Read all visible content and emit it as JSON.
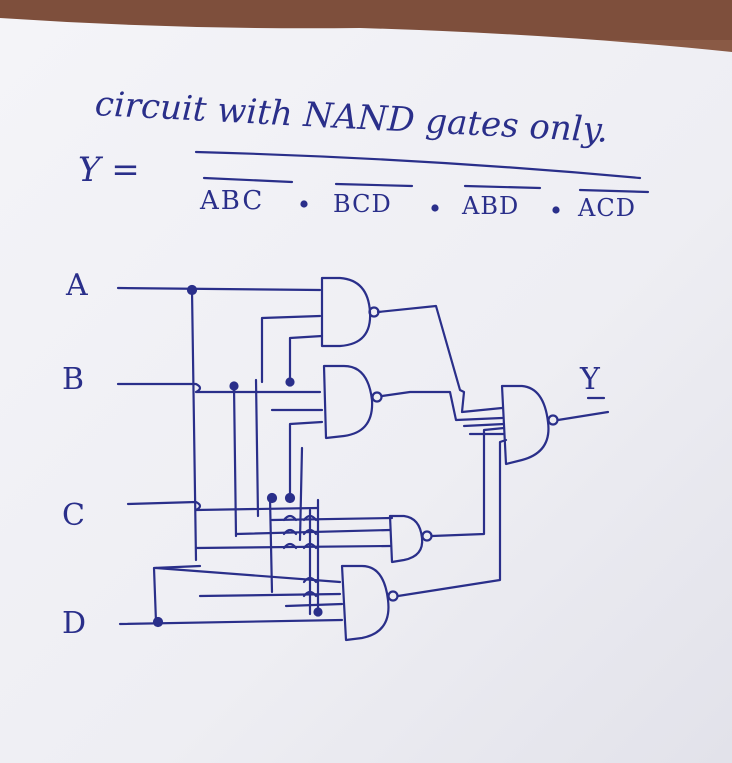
{
  "title": "circuit with NAND gates only.",
  "expression": {
    "lhs": "Y =",
    "terms": [
      "ABC",
      "BCD",
      "ABD",
      "ACD"
    ]
  },
  "inputs": [
    "A",
    "B",
    "C",
    "D"
  ],
  "output": "Y",
  "colors": {
    "ink": "#2a2f8a",
    "paper": "#f3f3f6",
    "background": "#8a5a45"
  }
}
